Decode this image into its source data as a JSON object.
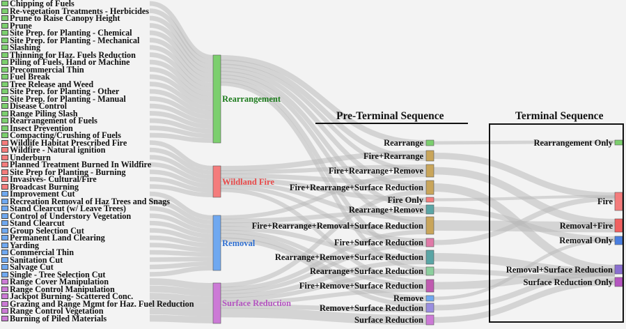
{
  "colors": {
    "rearrangement": "#7ccf6e",
    "wildland_fire": "#f47c7c",
    "removal": "#6fa8f0",
    "surface_reduction": "#cc7ad6",
    "rearrangement_dark": "#1a7a1a",
    "wildland_fire_dark": "#e84a4a",
    "removal_dark": "#2f6fd0",
    "surface_reduction_dark": "#b455c0",
    "flow": "#b9b9b9"
  },
  "headers": {
    "pre_terminal": "Pre-Terminal Sequence",
    "terminal": "Terminal Sequence"
  },
  "treatments": [
    {
      "label": "Chipping of Fuels",
      "group": "rearrangement"
    },
    {
      "label": "Re-vegetation Treatments - Herbicides",
      "group": "rearrangement"
    },
    {
      "label": "Prune to Raise Canopy Height",
      "group": "rearrangement"
    },
    {
      "label": "Prune",
      "group": "rearrangement"
    },
    {
      "label": "Site Prep. for Planting - Chemical",
      "group": "rearrangement"
    },
    {
      "label": "Site Prep. for Planting - Mechanical",
      "group": "rearrangement"
    },
    {
      "label": "Slashing",
      "group": "rearrangement"
    },
    {
      "label": "Thinning for Haz. Fuels Reduction",
      "group": "rearrangement"
    },
    {
      "label": "Piling of Fuels, Hand or Machine",
      "group": "rearrangement"
    },
    {
      "label": "Precommercial Thin",
      "group": "rearrangement"
    },
    {
      "label": "Fuel Break",
      "group": "rearrangement"
    },
    {
      "label": "Tree Release and Weed",
      "group": "rearrangement"
    },
    {
      "label": "Site Prep. for Planting - Other",
      "group": "rearrangement"
    },
    {
      "label": "Site Prep. for Planting - Manual",
      "group": "rearrangement"
    },
    {
      "label": "Disease Control",
      "group": "rearrangement"
    },
    {
      "label": "Range Piling Slash",
      "group": "rearrangement"
    },
    {
      "label": "Rearrangement of Fuels",
      "group": "rearrangement"
    },
    {
      "label": "Insect Prevention",
      "group": "rearrangement"
    },
    {
      "label": "Compacting/Crushing of Fuels",
      "group": "rearrangement"
    },
    {
      "label": "Wildlife Habitat Prescribed Fire",
      "group": "wildland_fire"
    },
    {
      "label": "Wildfire - Natural ignition",
      "group": "wildland_fire"
    },
    {
      "label": "Underburn",
      "group": "wildland_fire"
    },
    {
      "label": "Planned Treatment Burned In Wildfire",
      "group": "wildland_fire"
    },
    {
      "label": "Site Prep for Planting - Burning",
      "group": "wildland_fire"
    },
    {
      "label": "Invasives- Cultural/Fire",
      "group": "wildland_fire"
    },
    {
      "label": "Broadcast Burning",
      "group": "wildland_fire"
    },
    {
      "label": "Improvement Cut",
      "group": "removal"
    },
    {
      "label": "Recreation Removal of Haz Trees and Snags",
      "group": "removal"
    },
    {
      "label": "Stand Clearcut (w/ Leave Trees)",
      "group": "removal"
    },
    {
      "label": "Control of Understory Vegetation",
      "group": "removal"
    },
    {
      "label": "Stand Clearcut",
      "group": "removal"
    },
    {
      "label": "Group Selection Cut",
      "group": "removal"
    },
    {
      "label": "Permanent Land Clearing",
      "group": "removal"
    },
    {
      "label": "Yarding",
      "group": "removal"
    },
    {
      "label": "Commercial Thin",
      "group": "removal"
    },
    {
      "label": "Sanitation Cut",
      "group": "removal"
    },
    {
      "label": "Salvage Cut",
      "group": "removal"
    },
    {
      "label": "Single - Tree Selection Cut",
      "group": "removal"
    },
    {
      "label": "Range Cover Manipulation",
      "group": "surface_reduction"
    },
    {
      "label": "Range Control Manipulation",
      "group": "surface_reduction"
    },
    {
      "label": "Jackpot Burning- Scattered Conc.",
      "group": "surface_reduction"
    },
    {
      "label": "Grazing and Range Mgmt for Haz. Fuel Reduction",
      "group": "surface_reduction"
    },
    {
      "label": "Range Control Vegetation",
      "group": "surface_reduction"
    },
    {
      "label": "Burning of Piled Materials",
      "group": "surface_reduction"
    }
  ],
  "groups": [
    {
      "key": "rearrangement",
      "label": "Rearrangement"
    },
    {
      "key": "wildland_fire",
      "label": "Wildland Fire"
    },
    {
      "key": "removal",
      "label": "Removal"
    },
    {
      "key": "surface_reduction",
      "label": "Surface Reduction"
    }
  ],
  "pre_terminal": [
    {
      "label": "Rearrange",
      "color": "#7ccf6e"
    },
    {
      "label": "Fire+Rearrange",
      "color": "#c9a55a"
    },
    {
      "label": "Fire+Rearrange+Remove",
      "color": "#c9a55a"
    },
    {
      "label": "Fire+Rearrange+Surface Reduction",
      "color": "#c9a55a"
    },
    {
      "label": "Fire Only",
      "color": "#f47c7c"
    },
    {
      "label": "Rearrange+Remove",
      "color": "#5aa5a5"
    },
    {
      "label": "Fire+Rearrange+Removal+Surface Reduction",
      "color": "#c9a55a"
    },
    {
      "label": "Fire+Surface Reduction",
      "color": "#e07aa8"
    },
    {
      "label": "Rearrange+Remove+Surface Reduction",
      "color": "#5aa5a5"
    },
    {
      "label": "Rearrange+Surface Reduction",
      "color": "#8ccf9e"
    },
    {
      "label": "Fire+Remove+Surface Reduction",
      "color": "#c05ab0"
    },
    {
      "label": "Remove",
      "color": "#6fa8f0"
    },
    {
      "label": "Remove+Surface Reduction",
      "color": "#9a8ee0"
    },
    {
      "label": "Surface Reduction",
      "color": "#cc7ad6"
    }
  ],
  "terminal": [
    {
      "label": "Rearrangement Only",
      "color": "#7ccf6e"
    },
    {
      "label": "Fire",
      "color": "#f47c7c"
    },
    {
      "label": "Removal+Fire",
      "color": "#f06060"
    },
    {
      "label": "Removal Only",
      "color": "#4a7ee0"
    },
    {
      "label": "Removal+Surface Reduction",
      "color": "#8a6fd0"
    },
    {
      "label": "Surface Reduction Only",
      "color": "#b455c0"
    }
  ]
}
